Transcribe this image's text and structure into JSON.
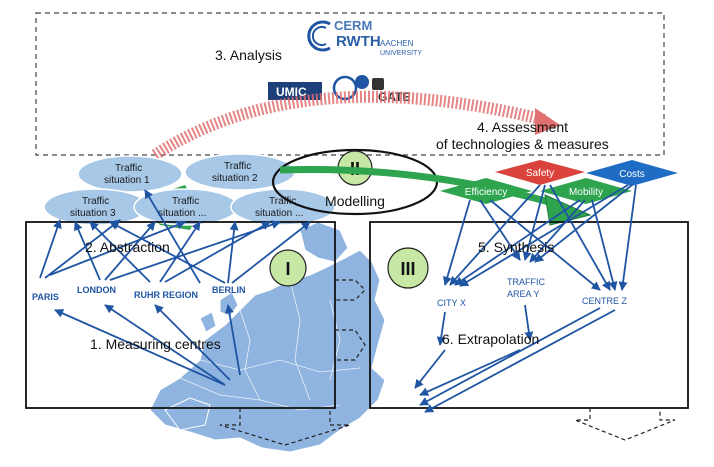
{
  "analysis": {
    "label": "3. Analysis",
    "logo_cerm": "CERM",
    "logo_rwth": "RWTH",
    "logo_aachen": "AACHEN",
    "logo_university": "UNIVERSITY",
    "logo_umic": "UMIC",
    "logo_gate": "GATE"
  },
  "assessment": {
    "line1": "4. Assessment",
    "line2": "of technologies & measures"
  },
  "traffic_situations": [
    {
      "line1": "Traffic",
      "line2": "situation 1"
    },
    {
      "line1": "Traffic",
      "line2": "situation 2"
    },
    {
      "line1": "Traffic",
      "line2": "situation 3"
    },
    {
      "line1": "Traffic",
      "line2": "situation ..."
    },
    {
      "line1": "Traffic",
      "line2": "situation ..."
    }
  ],
  "roman": {
    "one": "I",
    "two": "II",
    "three": "III"
  },
  "modelling_label": "Modelling",
  "criteria": {
    "safety": "Safety",
    "efficiency": "Efficiency",
    "mobility": "Mobility",
    "costs": "Costs"
  },
  "abstraction_label": "2. Abstraction",
  "synthesis_label": "5. Synthesis",
  "measuring_label": "1. Measuring centres",
  "extrapolation_label": "6. Extrapolation",
  "cities": [
    "PARIS",
    "LONDON",
    "RUHR REGION",
    "BERLIN"
  ],
  "targets": {
    "city_x": "CITY X",
    "traffic_area_line1": "TRAFFIC",
    "traffic_area_line2": "AREA Y",
    "centre_z": "CENTRE Z"
  },
  "colors": {
    "arrow_blue": "#1f55a3",
    "bubble_blue": "#a8c8e8",
    "map_blue": "#8fb4e0",
    "green": "#2ea44f",
    "red": "#d9433b",
    "roman_green": "#c6e8a4",
    "curve_red": "#e07070"
  }
}
